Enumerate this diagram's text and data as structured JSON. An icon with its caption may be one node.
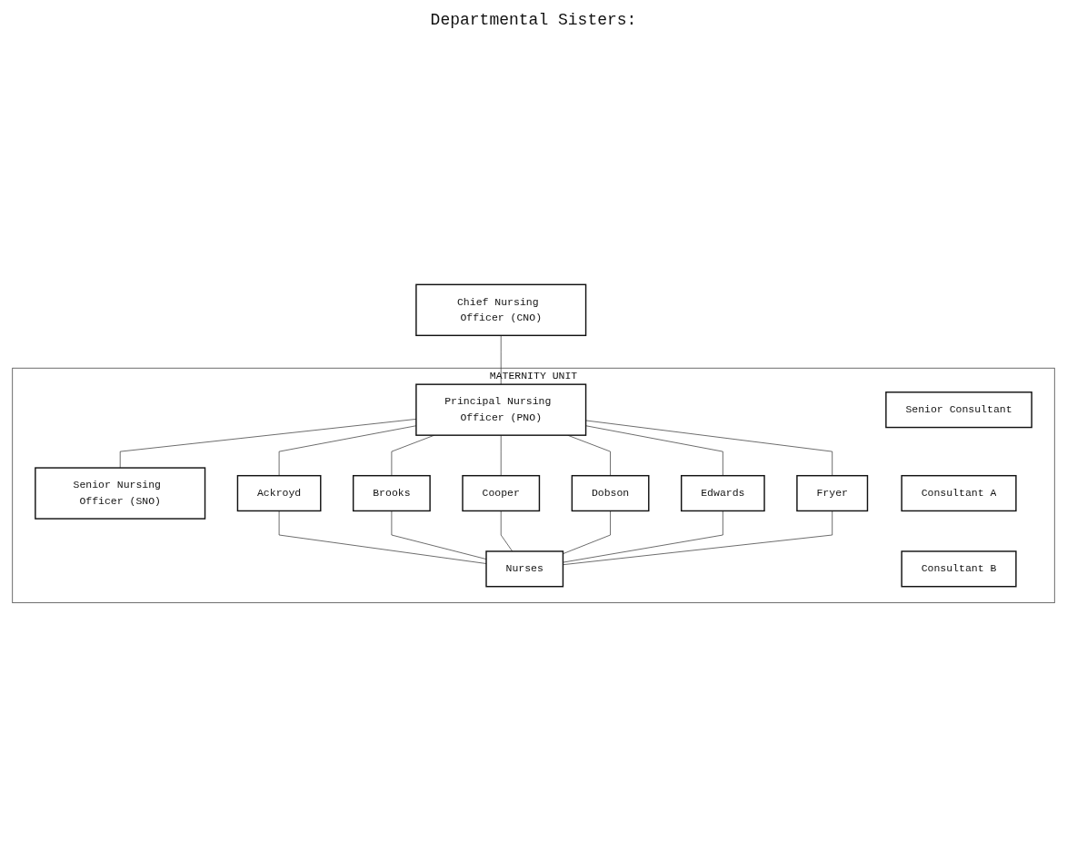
{
  "diagram": {
    "nodes": [
      {
        "text": [
          "Chief Nursing Officer (CNO)"
        ]
      },
      {
        "text": [
          "MATERNITY UNIT"
        ]
      },
      {
        "text": [
          "Principal Nursing Officer (PNO)"
        ],
        "in": 1
      },
      {
        "text": [
          "Senior Consultant"
        ],
        "in": 1
      },
      {
        "text": [
          "Senior Nursing Officer (SNO)"
        ],
        "in": 1
      },
      {
        "text": [
          "Consultant A"
        ],
        "in": 1
      },
      {
        "text": [
          "Consultant B"
        ],
        "in": 1
      },
      {
        "text": [
          "Ackroyd"
        ],
        "in": 1
      },
      {
        "text": [
          "Brooks"
        ],
        "in": 1
      },
      {
        "text": [
          "Cooper"
        ],
        "in": 1
      },
      {
        "text": [
          "Dobson"
        ],
        "in": 1
      },
      {
        "text": [
          "Edwards"
        ],
        "in": 1
      },
      {
        "text": [
          "Fryer"
        ],
        "in": 1
      },
      {
        "text": [
          "Nurses"
        ],
        "in": 1
      }
    ],
    "edges": [
      {
        "from": 0,
        "to": 2,
        "arrow": "none"
      },
      {
        "from": 2,
        "to": 4,
        "arrow": "none"
      },
      {
        "from": 2,
        "to": 7,
        "arrow": "none"
      },
      {
        "from": 2,
        "to": 8,
        "arrow": "none"
      },
      {
        "from": 2,
        "to": 9,
        "arrow": "none"
      },
      {
        "from": 2,
        "to": 10,
        "arrow": "none"
      },
      {
        "from": 2,
        "to": 11,
        "arrow": "none"
      },
      {
        "from": 2,
        "to": 12,
        "arrow": "none"
      },
      {
        "from": 7,
        "to": 13,
        "arrow": "none"
      },
      {
        "from": 8,
        "to": 13,
        "arrow": "none"
      },
      {
        "from": 9,
        "to": 13,
        "arrow": "none"
      },
      {
        "from": 10,
        "to": 13,
        "arrow": "none"
      },
      {
        "from": 11,
        "to": 13,
        "arrow": "none"
      },
      {
        "from": 12,
        "to": 13,
        "arrow": "none"
      }
    ],
    "labels": [
      "Departmental Sisters:"
    ]
  }
}
